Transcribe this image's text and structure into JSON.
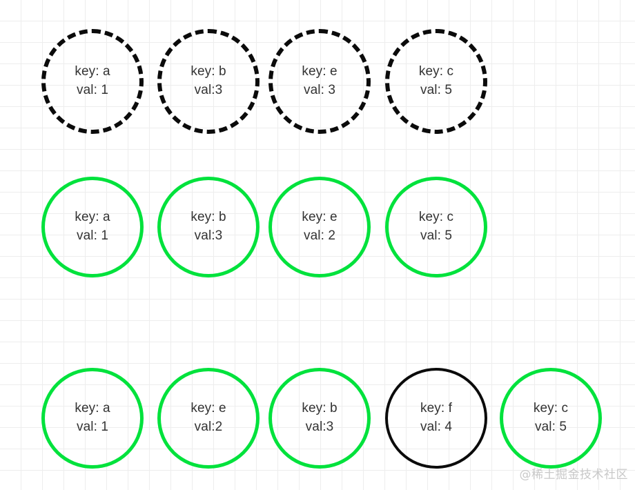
{
  "diagram": {
    "title": "key-value circles diagram",
    "background": {
      "grid_color": "#ededed",
      "grid_size": 31,
      "page_color": "#ffffff"
    },
    "colors": {
      "green": "#00e23c",
      "black": "#0b0b0b",
      "text": "#333333",
      "watermark": "#c8c8c8"
    },
    "rows": [
      {
        "name": "row-dashed",
        "style": "dashed-black",
        "nodes": [
          {
            "key_label": "key: a",
            "val_label": "val: 1",
            "key": "a",
            "val": 1,
            "stroke": "dashed-black"
          },
          {
            "key_label": "key: b",
            "val_label": "val:3",
            "key": "b",
            "val": 3,
            "stroke": "dashed-black"
          },
          {
            "key_label": "key: e",
            "val_label": "val: 3",
            "key": "e",
            "val": 3,
            "stroke": "dashed-black"
          },
          {
            "key_label": "key: c",
            "val_label": "val: 5",
            "key": "c",
            "val": 5,
            "stroke": "dashed-black"
          }
        ]
      },
      {
        "name": "row-green",
        "style": "solid-green",
        "nodes": [
          {
            "key_label": "key: a",
            "val_label": "val: 1",
            "key": "a",
            "val": 1,
            "stroke": "solid-green"
          },
          {
            "key_label": "key: b",
            "val_label": "val:3",
            "key": "b",
            "val": 3,
            "stroke": "solid-green"
          },
          {
            "key_label": "key: e",
            "val_label": "val: 2",
            "key": "e",
            "val": 2,
            "stroke": "solid-green"
          },
          {
            "key_label": "key: c",
            "val_label": "val: 5",
            "key": "c",
            "val": 5,
            "stroke": "solid-green"
          }
        ]
      },
      {
        "name": "row-sorted",
        "style": "mixed",
        "nodes": [
          {
            "key_label": "key: a",
            "val_label": "val: 1",
            "key": "a",
            "val": 1,
            "stroke": "solid-green"
          },
          {
            "key_label": "key: e",
            "val_label": "val:2",
            "key": "e",
            "val": 2,
            "stroke": "solid-green"
          },
          {
            "key_label": "key: b",
            "val_label": "val:3",
            "key": "b",
            "val": 3,
            "stroke": "solid-green"
          },
          {
            "key_label": "key: f",
            "val_label": "val: 4",
            "key": "f",
            "val": 4,
            "stroke": "solid-black"
          },
          {
            "key_label": "key: c",
            "val_label": "val: 5",
            "key": "c",
            "val": 5,
            "stroke": "solid-green"
          }
        ]
      }
    ],
    "watermark": "@稀土掘金技术社区"
  }
}
